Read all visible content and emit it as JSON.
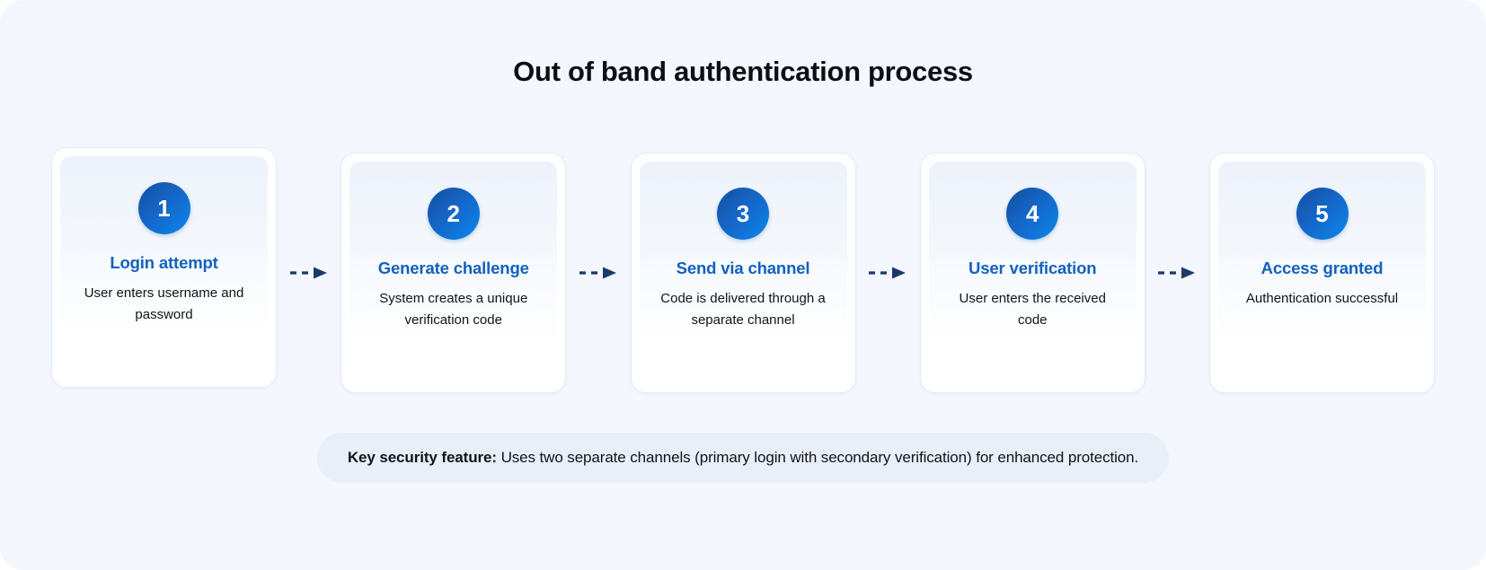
{
  "page": {
    "title": "Out of band authentication process",
    "background_color": "#f4f7fd",
    "accent_color": "#1361bd",
    "badge_gradient_from": "#14509f",
    "badge_gradient_to": "#0b86ec",
    "arrow_color": "#1b3a6b"
  },
  "steps": [
    {
      "number": "1",
      "title": "Login attempt",
      "description": "User enters username and password"
    },
    {
      "number": "2",
      "title": "Generate challenge",
      "description": "System creates a unique verification code"
    },
    {
      "number": "3",
      "title": "Send via channel",
      "description": "Code is delivered through a separate channel"
    },
    {
      "number": "4",
      "title": "User verification",
      "description": "User enters the received code"
    },
    {
      "number": "5",
      "title": "Access granted",
      "description": "Authentication successful"
    }
  ],
  "connectors": [
    {
      "icon": "dashed-arrow-right-icon"
    },
    {
      "icon": "dashed-arrow-right-icon"
    },
    {
      "icon": "dashed-arrow-right-icon"
    },
    {
      "icon": "dashed-arrow-right-icon"
    }
  ],
  "footer": {
    "label": "Key security feature:",
    "text": "Uses two separate channels (primary login with secondary verification) for enhanced protection."
  }
}
